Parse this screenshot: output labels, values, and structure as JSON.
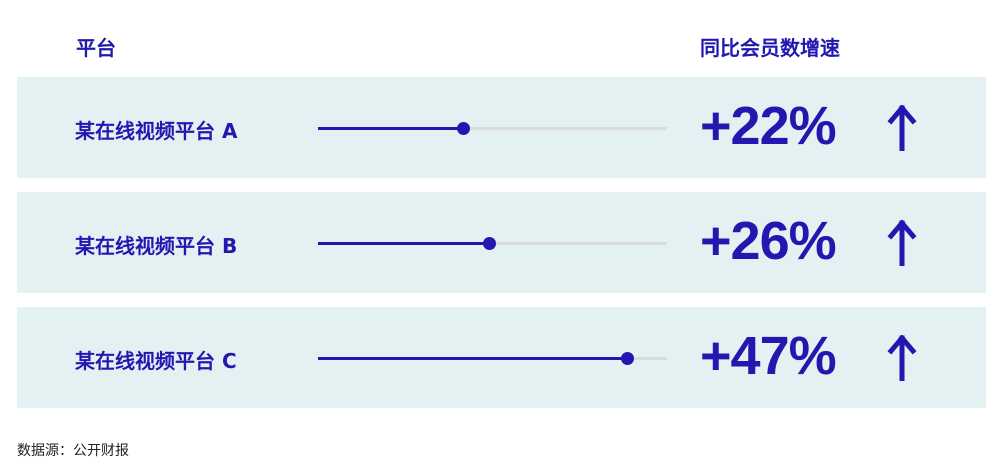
{
  "chart_data": {
    "type": "bar",
    "title": "",
    "header_platform": "平台",
    "header_growth": "同比会员数增速",
    "categories": [
      "某在线视频平台 A",
      "某在线视频平台 B",
      "某在线视频平台 C"
    ],
    "values": [
      22,
      26,
      47
    ],
    "value_labels": [
      "+22%",
      "+26%",
      "+47%"
    ],
    "xlim": [
      0,
      53
    ],
    "source": "数据源：公开财报",
    "colors": {
      "accent": "#2218b0",
      "row_bg": "#e3f1f3",
      "track": "#dcdcdc"
    }
  }
}
